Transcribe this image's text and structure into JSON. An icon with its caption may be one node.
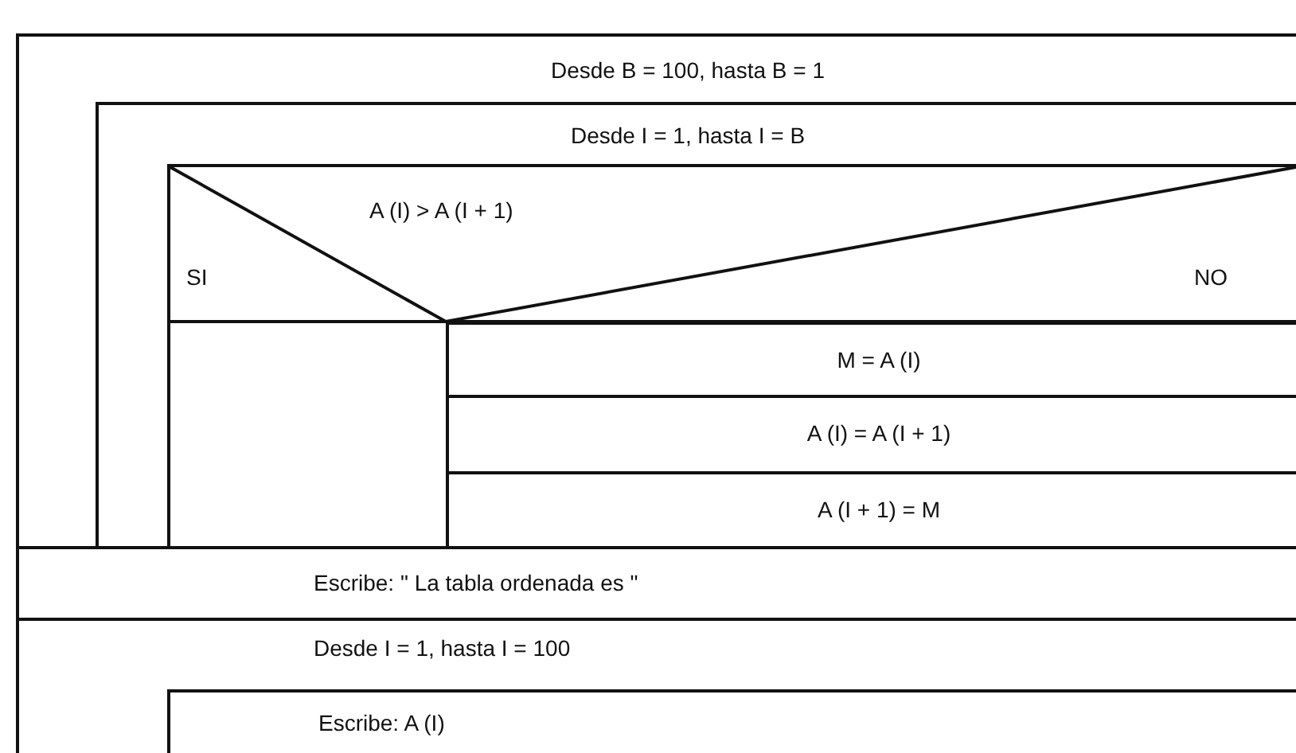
{
  "diagram": {
    "nodes": [
      {
        "text": [
          "Desde B = 100, hasta B = 1"
        ]
      },
      {
        "text": [
          "Desde I = 1,  hasta I = B"
        ],
        "in": 0
      },
      {
        "text": [
          "A (I) > A (I + 1)",
          "SI",
          "NO"
        ],
        "in": 1
      },
      {
        "text": [
          "M = A (I)"
        ],
        "in": 2
      },
      {
        "text": [
          "A (I) = A (I + 1)"
        ],
        "in": 2
      },
      {
        "text": [
          "A (I + 1) = M"
        ],
        "in": 2
      },
      {
        "text": [
          "Escribe:  \" La tabla ordenada es  \""
        ]
      },
      {
        "text": [
          "Desde I = 1, hasta I = 100"
        ]
      },
      {
        "text": [
          "Escribe:  A (I)"
        ],
        "in": 7
      }
    ]
  }
}
